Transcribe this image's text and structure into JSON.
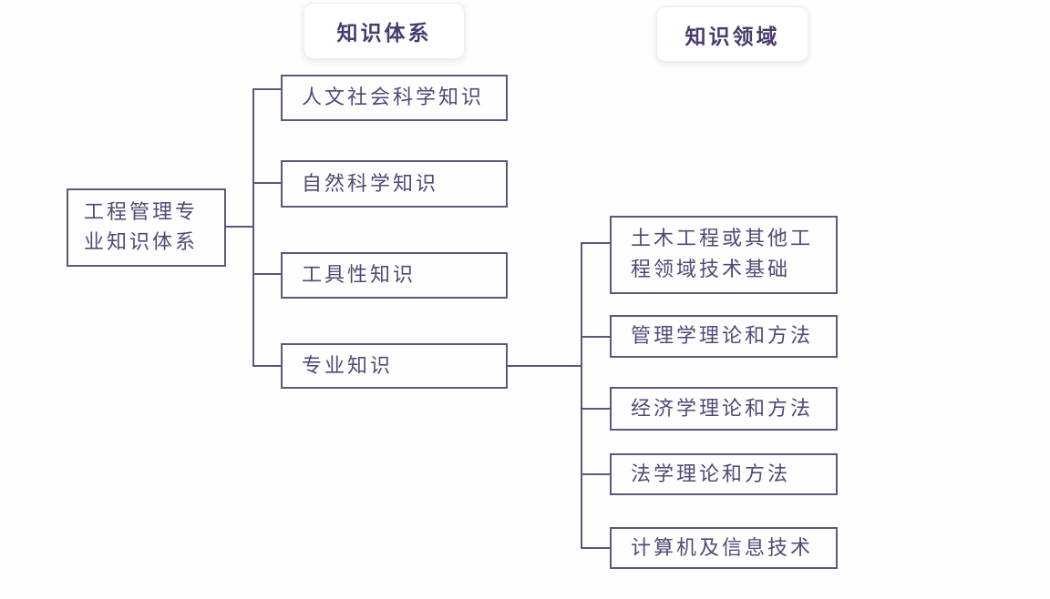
{
  "diagram": {
    "title_implicit": "工程管理专业知识体系结构图",
    "column_headers": [
      {
        "label": "知识体系"
      },
      {
        "label": "知识领域"
      }
    ],
    "root": {
      "label": "工程管理专业知识体系"
    },
    "knowledge_system": [
      {
        "label": "人文社会科学知识"
      },
      {
        "label": "自然科学知识"
      },
      {
        "label": "工具性知识"
      },
      {
        "label": "专业知识"
      }
    ],
    "knowledge_domains": [
      {
        "label": "土木工程或其他工程领域技术基础"
      },
      {
        "label": "管理学理论和方法"
      },
      {
        "label": "经济学理论和方法"
      },
      {
        "label": "法学理论和方法"
      },
      {
        "label": "计算机及信息技术"
      }
    ],
    "edges": [
      {
        "from": "工程管理专业知识体系",
        "to": "人文社会科学知识"
      },
      {
        "from": "工程管理专业知识体系",
        "to": "自然科学知识"
      },
      {
        "from": "工程管理专业知识体系",
        "to": "工具性知识"
      },
      {
        "from": "工程管理专业知识体系",
        "to": "专业知识"
      },
      {
        "from": "专业知识",
        "to": "土木工程或其他工程领域技术基础"
      },
      {
        "from": "专业知识",
        "to": "管理学理论和方法"
      },
      {
        "from": "专业知识",
        "to": "经济学理论和方法"
      },
      {
        "from": "专业知识",
        "to": "法学理论和方法"
      },
      {
        "from": "专业知识",
        "to": "计算机及信息技术"
      }
    ],
    "colors": {
      "line": "#5d5680",
      "node_border": "#5d5680",
      "node_text": "#504a75",
      "header_text": "#4a3c6e",
      "background": "#fefefe"
    }
  }
}
